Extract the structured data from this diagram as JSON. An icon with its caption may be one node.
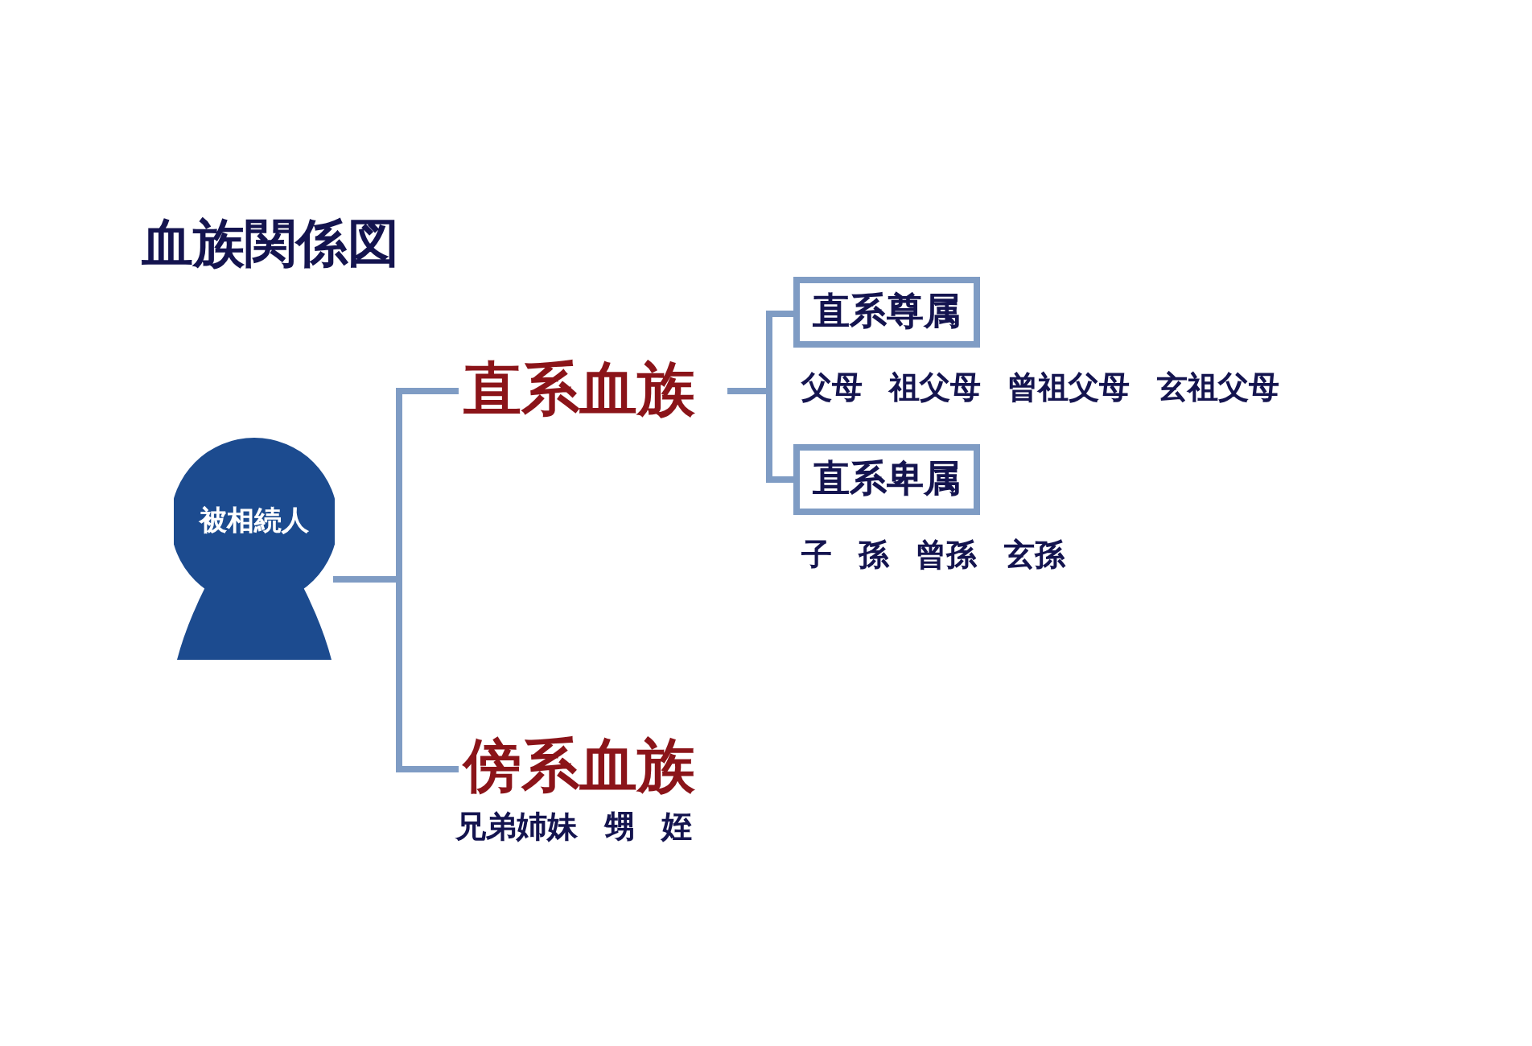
{
  "diagram": {
    "title": "血族関係図",
    "nodes": [
      {
        "text": [
          "被相続人"
        ]
      },
      {
        "text": [
          "直系血族"
        ]
      },
      {
        "text": [
          "直系尊属"
        ],
        "beside": [
          "父母 祖父母 曾祖父母 玄祖父母"
        ]
      },
      {
        "text": [
          "直系卑属"
        ],
        "beside": [
          "子 孫 曾孫 玄孫"
        ]
      },
      {
        "text": [
          "傍系血族"
        ],
        "beside": [
          "兄弟姉妹 甥 姪"
        ]
      }
    ],
    "edges": [
      {
        "from": 0,
        "to": 1,
        "arrow": "none"
      },
      {
        "from": 0,
        "to": 4,
        "arrow": "none"
      },
      {
        "from": 1,
        "to": 2,
        "arrow": "none"
      },
      {
        "from": 1,
        "to": 3,
        "arrow": "none"
      }
    ]
  }
}
